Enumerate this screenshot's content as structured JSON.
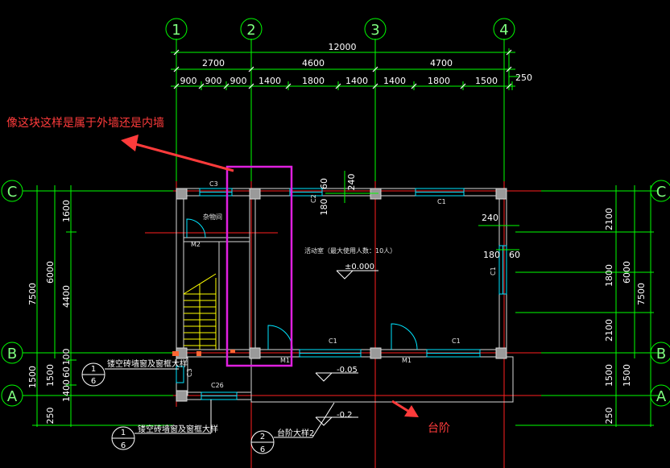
{
  "colors": {
    "background": "#000000",
    "grid_green": "#00ff00",
    "axis_red": "#ff0000",
    "wall": "#e0e0e0",
    "window_cyan": "#00ffff",
    "highlight_magenta": "#e020e0",
    "annotation_red": "#ff3b3b",
    "stair_yellow": "#ffff00"
  },
  "axes_top": [
    "1",
    "2",
    "3",
    "4"
  ],
  "axes_side": [
    "C",
    "B",
    "A"
  ],
  "dims": {
    "total": "12000",
    "top_row": [
      "2700",
      "4600",
      "4700"
    ],
    "bottom_row": [
      "900",
      "900",
      "900",
      "1400",
      "1800",
      "1400",
      "1400",
      "1800",
      "1500"
    ],
    "right_offset": "250",
    "left_outer": "7500",
    "left_mid": "6000",
    "left_inner": [
      "1600",
      "4400",
      "100",
      "1500",
      "1400",
      "60"
    ],
    "left_bottom": [
      "1500",
      "250"
    ],
    "right_outer": "7500",
    "right_mid": "6000",
    "right_inner": [
      "2100",
      "1800",
      "2100",
      "1500"
    ],
    "right_bottom": "250",
    "wall_240_a": "240",
    "wall_240_b": "240",
    "wall_180_a": "180",
    "wall_180_b": "180",
    "wall_60_a": "60",
    "wall_60_b": "60"
  },
  "labels": {
    "window_c3": "C3",
    "window_c1_top": "C1",
    "window_c2": "C2",
    "window_c1_right": "C1",
    "window_c1_b1": "C1",
    "window_c1_b2": "C1",
    "window_c3_left": "C3",
    "window_c26": "C26",
    "door_m2": "M2",
    "door_m1_a": "M1",
    "door_m1_b": "M1",
    "room_small": "杂物间",
    "room_main": "活动室（最大使用人数：10人）",
    "elev_floor": "±0.000",
    "elev_a": "-0.05",
    "elev_b": "-0.2",
    "detail1_text": "镂空砖墙窗及窗框大样",
    "detail1_num": "1",
    "detail1_den": "6",
    "detail2_text": "镂空砖墙窗及窗框大样",
    "detail2_num": "1",
    "detail2_den": "6",
    "detail3_text": "台阶大样2",
    "detail3_num": "2",
    "detail3_den": "6"
  },
  "annotations": {
    "question": "像这块这样是属于外墙还是内墙",
    "steps": "台阶"
  }
}
